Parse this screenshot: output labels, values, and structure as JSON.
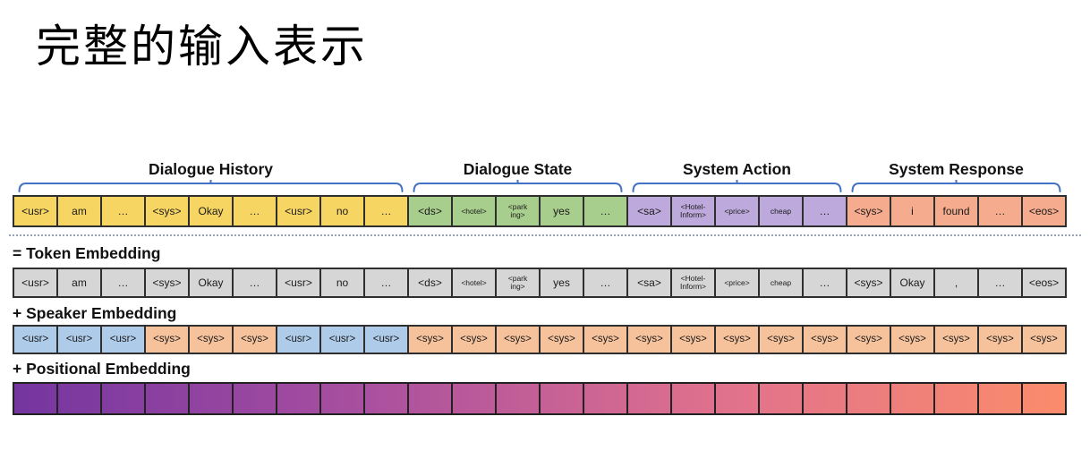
{
  "title": "完整的输入表示",
  "style": {
    "brace_color": "#4472C4",
    "border_color": "#2f2f2f",
    "dotted_line_color": "#9aa4b8"
  },
  "sections": [
    {
      "label": "Dialogue History",
      "color": "#F6D563",
      "tokens": [
        "<usr>",
        "am",
        "…",
        "<sys>",
        "Okay",
        "…",
        "<usr>",
        "no",
        "…"
      ]
    },
    {
      "label": "Dialogue State",
      "color": "#A7CE8D",
      "tokens": [
        "<ds>",
        "<hotel>",
        "<park\ning>",
        "yes",
        "…"
      ]
    },
    {
      "label": "System Action",
      "color": "#BDA9DC",
      "tokens": [
        "<sa>",
        "<Hotel-\nInform>",
        "<price>",
        "cheap",
        "…"
      ]
    },
    {
      "label": "System Response",
      "color": "#F5AB8E",
      "tokens": [
        "<sys>",
        "i",
        "found",
        "…",
        "<eos>"
      ]
    }
  ],
  "token_embedding": {
    "heading": "= Token Embedding",
    "cell_color": "#D6D6D6",
    "tokens": [
      "<usr>",
      "am",
      "…",
      "<sys>",
      "Okay",
      "…",
      "<usr>",
      "no",
      "…",
      "<ds>",
      "<hotel>",
      "<park\ning>",
      "yes",
      "…",
      "<sa>",
      "<Hotel-\nInform>",
      "<price>",
      "cheap",
      "…",
      "<sys>",
      "Okay",
      ",",
      "…",
      "<eos>"
    ]
  },
  "speaker_embedding": {
    "heading": "+ Speaker Embedding",
    "usr_label": "<usr>",
    "sys_label": "<sys>",
    "usr_color": "#AECBEA",
    "sys_color": "#F6C29C",
    "sequence": [
      "usr",
      "usr",
      "usr",
      "sys",
      "sys",
      "sys",
      "usr",
      "usr",
      "usr",
      "sys",
      "sys",
      "sys",
      "sys",
      "sys",
      "sys",
      "sys",
      "sys",
      "sys",
      "sys",
      "sys",
      "sys",
      "sys",
      "sys",
      "sys"
    ]
  },
  "positional_embedding": {
    "heading": "+ Positional Embedding",
    "cell_count": 24,
    "gradient": [
      "#7435A0",
      "#A94FA0",
      "#E0718D",
      "#FB8C6B"
    ]
  },
  "small_tokens": [
    "<hotel>",
    "<park\ning>",
    "<Hotel-\nInform>",
    "<price>",
    "cheap"
  ]
}
